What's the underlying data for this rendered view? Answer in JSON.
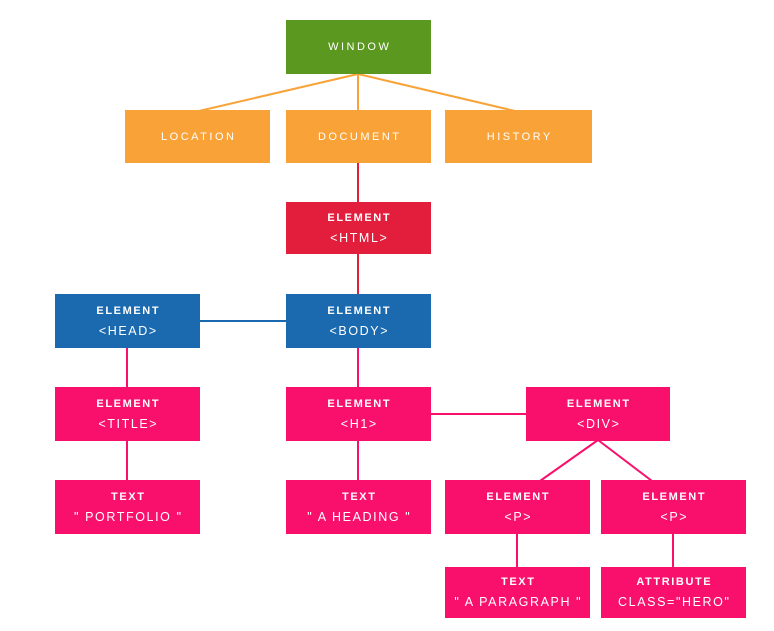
{
  "palette": {
    "green": "#5B981F",
    "orange": "#F9A237",
    "red": "#E21E3C",
    "blue": "#1B69AF",
    "pink": "#F8106C",
    "bg": "#FFFFFF",
    "node-text": "#FFFFFF"
  },
  "nodes": {
    "window": {
      "label": "WINDOW"
    },
    "location": {
      "label": "LOCATION"
    },
    "document": {
      "label": "DOCUMENT"
    },
    "history": {
      "label": "HISTORY"
    },
    "html": {
      "kind": "ELEMENT",
      "value": "<HTML>"
    },
    "head": {
      "kind": "ELEMENT",
      "value": "<HEAD>"
    },
    "body": {
      "kind": "ELEMENT",
      "value": "<BODY>"
    },
    "title": {
      "kind": "ELEMENT",
      "value": "<TITLE>"
    },
    "h1": {
      "kind": "ELEMENT",
      "value": "<H1>"
    },
    "div": {
      "kind": "ELEMENT",
      "value": "<DIV>"
    },
    "portfolio": {
      "kind": "TEXT",
      "value": "\" PORTFOLIO \""
    },
    "heading": {
      "kind": "TEXT",
      "value": "\" A HEADING \""
    },
    "p1": {
      "kind": "ELEMENT",
      "value": "<P>"
    },
    "p2": {
      "kind": "ELEMENT",
      "value": "<P>"
    },
    "paragraph": {
      "kind": "TEXT",
      "value": "\" A PARAGRAPH \""
    },
    "attribute": {
      "kind": "ATTRIBUTE",
      "value": "CLASS=\"HERO\""
    }
  },
  "edges": [
    {
      "from": "window",
      "to": "location",
      "color": "orange"
    },
    {
      "from": "window",
      "to": "document",
      "color": "orange"
    },
    {
      "from": "window",
      "to": "history",
      "color": "orange"
    },
    {
      "from": "document",
      "to": "html",
      "color": "red"
    },
    {
      "from": "html",
      "to": "body",
      "color": "red"
    },
    {
      "from": "head",
      "to": "body",
      "color": "blue"
    },
    {
      "from": "head",
      "to": "title",
      "color": "pink"
    },
    {
      "from": "body",
      "to": "h1",
      "color": "pink"
    },
    {
      "from": "h1",
      "to": "div",
      "color": "pink"
    },
    {
      "from": "title",
      "to": "portfolio",
      "color": "pink"
    },
    {
      "from": "h1",
      "to": "heading",
      "color": "pink"
    },
    {
      "from": "div",
      "to": "p1",
      "color": "pink"
    },
    {
      "from": "div",
      "to": "p2",
      "color": "pink"
    },
    {
      "from": "p1",
      "to": "paragraph",
      "color": "pink"
    },
    {
      "from": "p2",
      "to": "attribute",
      "color": "pink"
    }
  ]
}
